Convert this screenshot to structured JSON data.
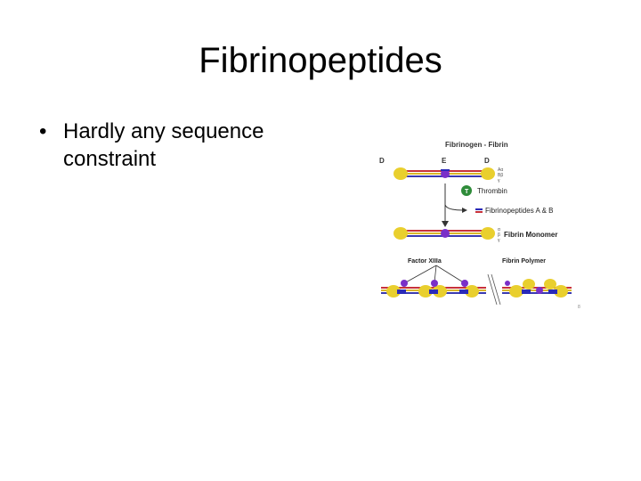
{
  "slide": {
    "title": "Fibrinopeptides",
    "bullet_symbol": "•",
    "bullet_line1": "Hardly any sequence",
    "bullet_line2": "constraint"
  },
  "figure": {
    "heading": "Fibrinogen - Fibrin",
    "domain_d_left": "D",
    "domain_e": "E",
    "domain_d_right": "D",
    "chain_a": "Aα",
    "chain_b": "Bβ",
    "chain_g": "γ",
    "thrombin_symbol": "T",
    "thrombin_label": "Thrombin",
    "fibrinopeptides_label": "Fibrinopeptides A & B",
    "chain_alpha": "α",
    "chain_beta": "β",
    "chain_gamma": "γ",
    "monomer_label": "Fibrin Monomer",
    "factor_label": "Factor XIIIa",
    "polymer_label": "Fibrin Polymer",
    "corner_mark": "8",
    "colors": {
      "d_domain": "#e9cf2e",
      "e_domain": "#7a2fc8",
      "chain_red": "#c8323a",
      "chain_yellow": "#d9b72a",
      "chain_blue": "#3a3ab0",
      "crosslink": "#2a2ab8",
      "thrombin": "#2f8c3a"
    }
  }
}
